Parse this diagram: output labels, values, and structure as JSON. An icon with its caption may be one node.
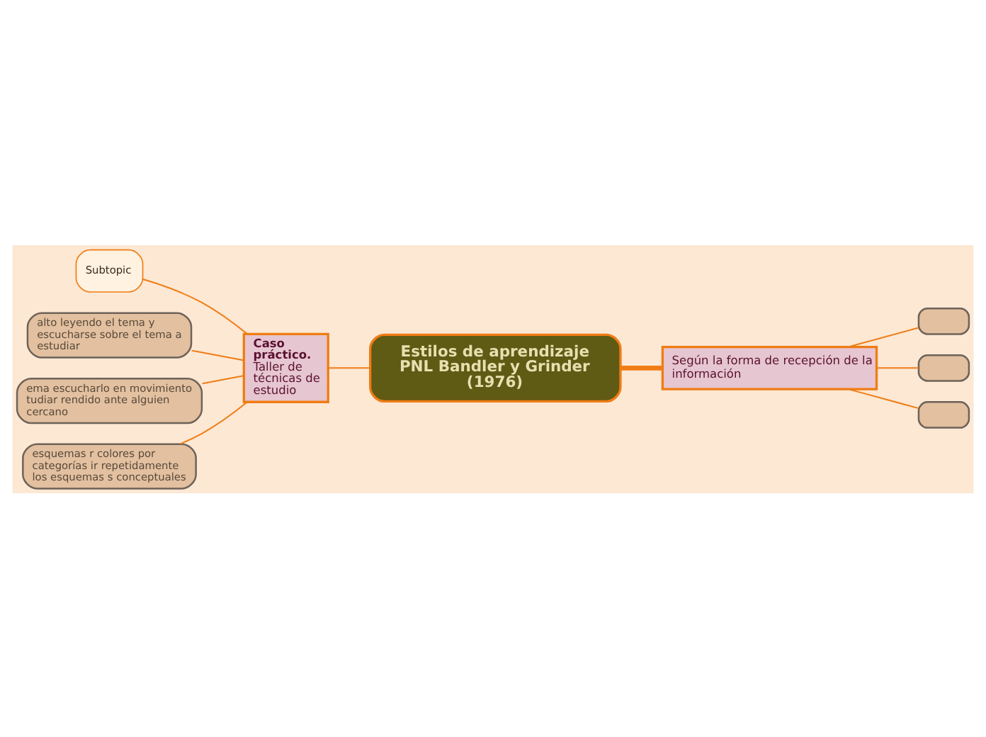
{
  "diagram": {
    "nodes": [
      {
        "text": [
          "Estilos de aprendizaje PNL Bandler y Grinder (1976)"
        ]
      },
      {
        "text": [
          "Caso práctico.",
          "Taller de técnicas de estudio"
        ]
      },
      {
        "text": [
          "Subtopic"
        ]
      },
      {
        "text": [
          "alto leyendo el tema y escucharse sobre el tema a estudiar"
        ]
      },
      {
        "text": [
          "ema escucharlo en movimiento tudiar rendido ante alguien cercano"
        ]
      },
      {
        "text": [
          "esquemas r colores por categorías ir repetidamente los esquemas s conceptuales"
        ]
      },
      {
        "text": [
          "Según la forma de recepción de la información"
        ]
      },
      {
        "text": [],
        "shape": "box"
      },
      {
        "text": [],
        "shape": "box"
      },
      {
        "text": [],
        "shape": "box"
      }
    ],
    "edges": [
      {
        "from": 0,
        "to": 1,
        "arrow": "none"
      },
      {
        "from": 1,
        "to": 2,
        "arrow": "none"
      },
      {
        "from": 1,
        "to": 3,
        "arrow": "none"
      },
      {
        "from": 1,
        "to": 4,
        "arrow": "none"
      },
      {
        "from": 1,
        "to": 5,
        "arrow": "none"
      },
      {
        "from": 0,
        "to": 6,
        "arrow": "none",
        "style": "thick"
      },
      {
        "from": 6,
        "to": 7,
        "arrow": "none"
      },
      {
        "from": 6,
        "to": 8,
        "arrow": "none"
      },
      {
        "from": 6,
        "to": 9,
        "arrow": "none"
      }
    ]
  }
}
